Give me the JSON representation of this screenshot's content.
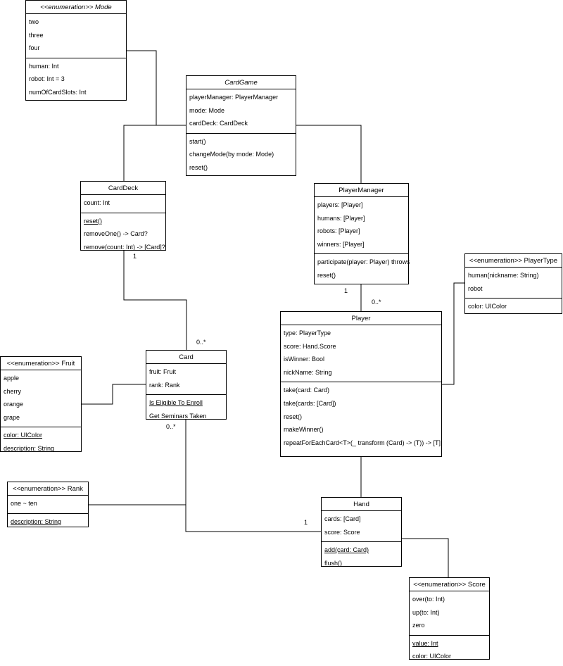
{
  "classes": {
    "mode": {
      "name": "<<enumeration>>  Mode",
      "cases": [
        "two",
        "three",
        "four"
      ],
      "props": [
        "human: Int",
        "robot: Int = 3",
        "numOfCardSlots: Int"
      ]
    },
    "card_game": {
      "name": "CardGame",
      "props": [
        "playerManager: PlayerManager",
        "mode: Mode",
        "cardDeck: CardDeck"
      ],
      "methods": [
        "start()",
        "changeMode(by mode: Mode)",
        "reset()"
      ]
    },
    "card_deck": {
      "name": "CardDeck",
      "props": [
        "count: Int"
      ],
      "methods": [
        "reset()",
        "removeOne() -> Card?",
        "remove(count: Int) -> [Card]?"
      ]
    },
    "player_manager": {
      "name": "PlayerManager",
      "props": [
        "players: [Player]",
        "humans: [Player]",
        "robots: [Player]",
        "winners: [Player]"
      ],
      "methods": [
        "participate(player: Player) throws",
        "reset()"
      ]
    },
    "player_type": {
      "name": "<<enumeration>> PlayerType",
      "cases": [
        "human(nickname: String)",
        "robot"
      ],
      "props": [
        "color: UIColor"
      ]
    },
    "player": {
      "name": "Player",
      "props": [
        "type: PlayerType",
        "score: Hand.Score",
        "isWinner: Bool",
        "nickName: String"
      ],
      "methods": [
        "take(card: Card)",
        "take(cards: [Card])",
        "reset()",
        "makeWinner()",
        "repeatForEachCard<T>(_ transform (Card) -> (T)) -> [T]"
      ]
    },
    "fruit": {
      "name": "<<enumeration>> Fruit",
      "cases": [
        "apple",
        "cherry",
        "orange",
        "grape"
      ],
      "props": [
        "color: UIColor",
        "description: String"
      ]
    },
    "card": {
      "name": "Card",
      "props": [
        "fruit: Fruit",
        "rank: Rank"
      ],
      "methods": [
        "Is Eligible To Enroll",
        "Get Seminars Taken"
      ]
    },
    "rank": {
      "name": "<<enumeration>> Rank",
      "cases": [
        "one ~ ten"
      ],
      "props": [
        "description: String"
      ]
    },
    "hand": {
      "name": "Hand",
      "props": [
        "cards: [Card]",
        "score: Score"
      ],
      "methods": [
        "add(card: Card)",
        "flush()"
      ]
    },
    "score": {
      "name": "<<enumeration>> Score",
      "cases": [
        "over(to: Int)",
        "up(to: Int)",
        "zero"
      ],
      "props": [
        "value: Int",
        "color: UIColor"
      ]
    }
  },
  "multiplicities": {
    "deck_one": "1",
    "deck_card_many": "0..*",
    "manager_one": "1",
    "manager_player_many": "0..*",
    "card_many": "0..*",
    "hand_one": "1"
  }
}
